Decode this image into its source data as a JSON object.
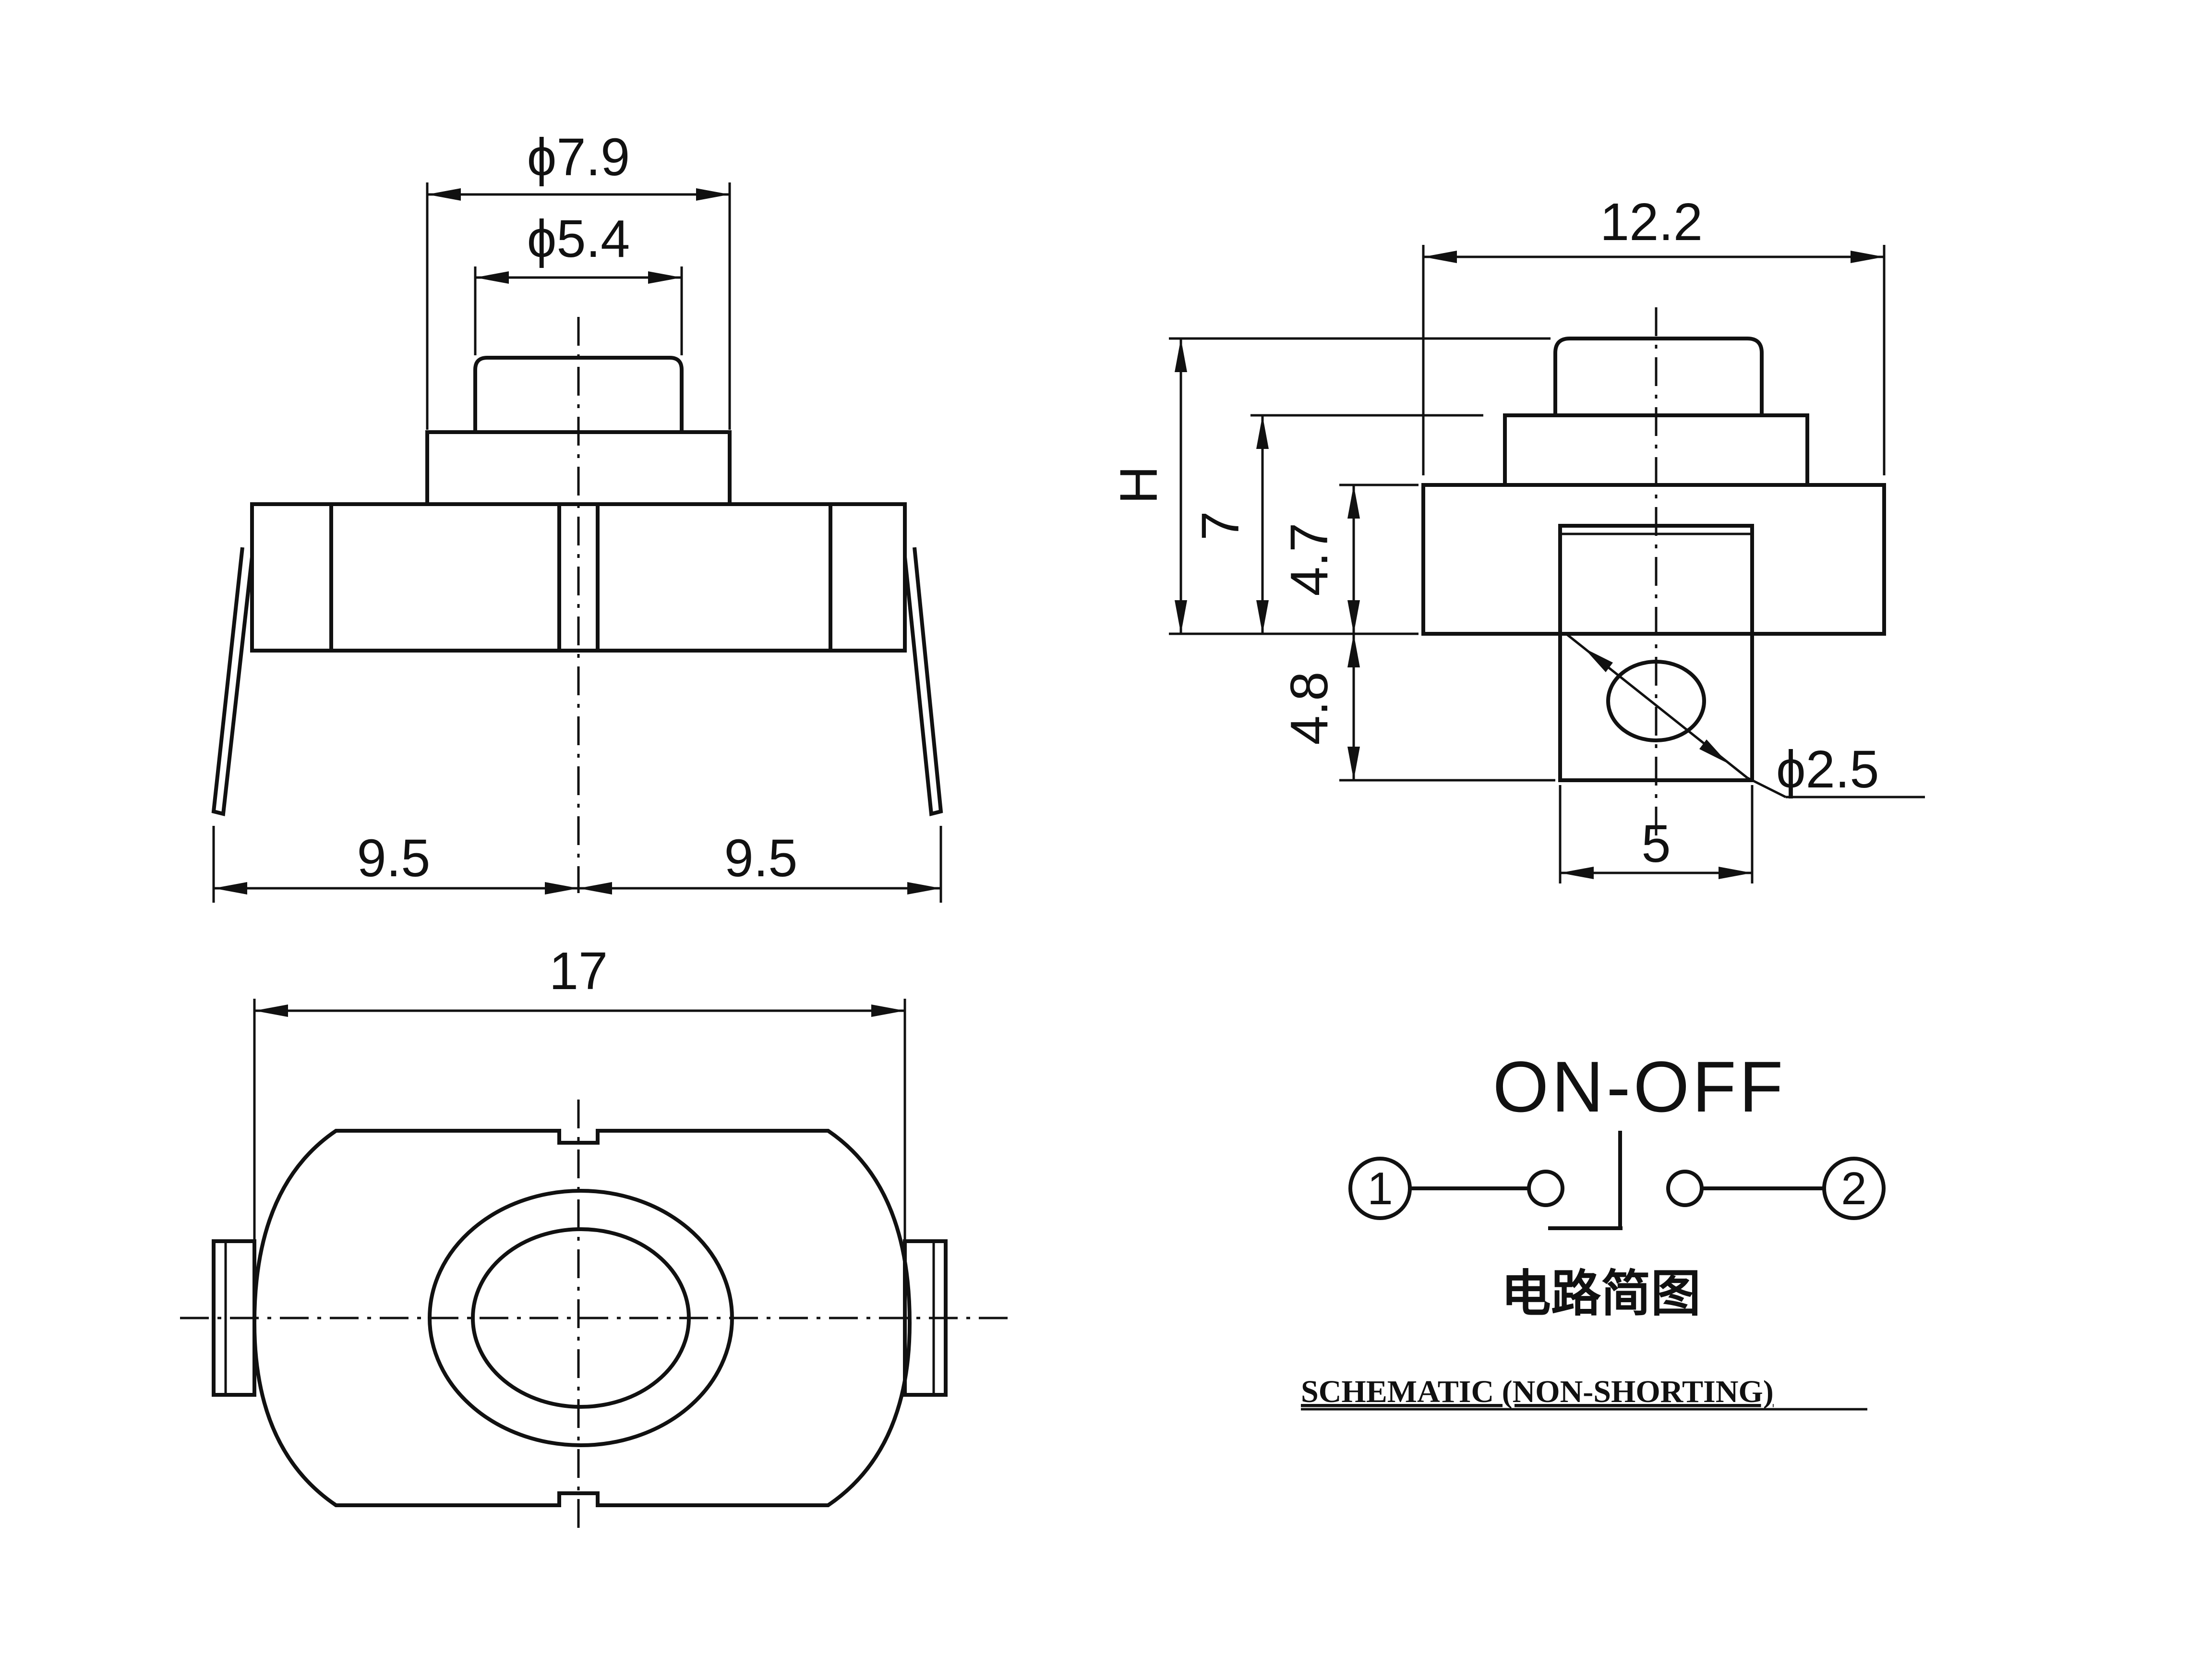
{
  "front_view": {
    "dim_outer_dia": "ϕ7.9",
    "dim_inner_dia": "ϕ5.4",
    "dim_left_pitch": "9.5",
    "dim_right_pitch": "9.5"
  },
  "side_view": {
    "dim_width": "12.2",
    "dim_total_height": "H",
    "dim_height_7": "7",
    "dim_height_4_7": "4.7",
    "dim_height_4_8": "4.8",
    "dim_hole_dia": "ϕ2.5",
    "dim_tab_width": "5"
  },
  "top_view": {
    "dim_length": "17"
  },
  "schematic": {
    "title": "ON-OFF",
    "pin1": "1",
    "pin2": "2",
    "caption_cn": "电路简图",
    "caption_en": "SCHEMATIC (NON-SHORTING)"
  }
}
